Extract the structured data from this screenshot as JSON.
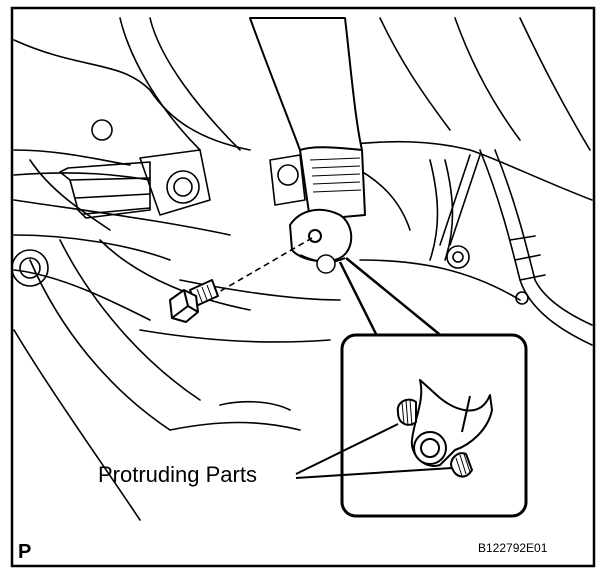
{
  "callout": {
    "label": "Protruding Parts"
  },
  "corner_mark": "P",
  "figure_id": "B122792E01"
}
